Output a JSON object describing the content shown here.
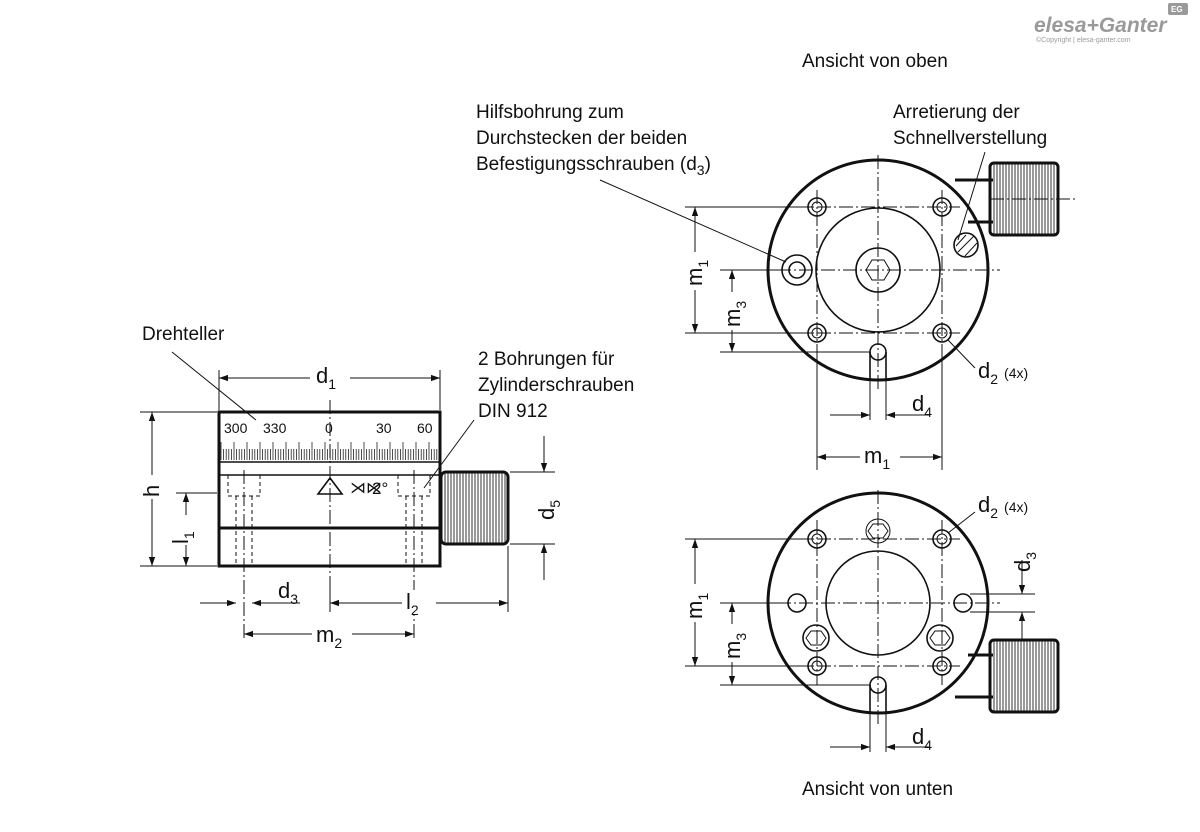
{
  "logo": {
    "brand": "elesa+Ganter",
    "badge": "EG",
    "copyright": "©Copyright | elesa-ganter.com"
  },
  "views": {
    "top_title": "Ansicht von oben",
    "bottom_title": "Ansicht von unten"
  },
  "labels": {
    "drehteller": "Drehteller",
    "bohrungen": [
      "2 Bohrungen für",
      "Zylinderschrauben",
      "DIN 912"
    ],
    "hilfsbohrung": [
      "Hilfsbohrung zum",
      "Durchstecken der beiden",
      "Befestigungsschrauben (d"
    ],
    "hilfsbohrung_sub": "3",
    "hilfsbohrung_end": ")",
    "arretierung": [
      "Arretierung der",
      "Schnellverstellung"
    ],
    "angle": "2°"
  },
  "scale_ticks": [
    "300",
    "330",
    "0",
    "30",
    "60"
  ],
  "dimensions": {
    "d1": {
      "main": "d",
      "sub": "1"
    },
    "h": {
      "main": "h"
    },
    "l1": {
      "main": "l",
      "sub": "1"
    },
    "d3": {
      "main": "d",
      "sub": "3"
    },
    "l2": {
      "main": "l",
      "sub": "2"
    },
    "m2": {
      "main": "m",
      "sub": "2"
    },
    "d5": {
      "main": "d",
      "sub": "5"
    },
    "m1": {
      "main": "m",
      "sub": "1"
    },
    "m3": {
      "main": "m",
      "sub": "3"
    },
    "d2": {
      "main": "d",
      "sub": "2",
      "note": "(4x)"
    },
    "d4": {
      "main": "d",
      "sub": "4"
    }
  }
}
